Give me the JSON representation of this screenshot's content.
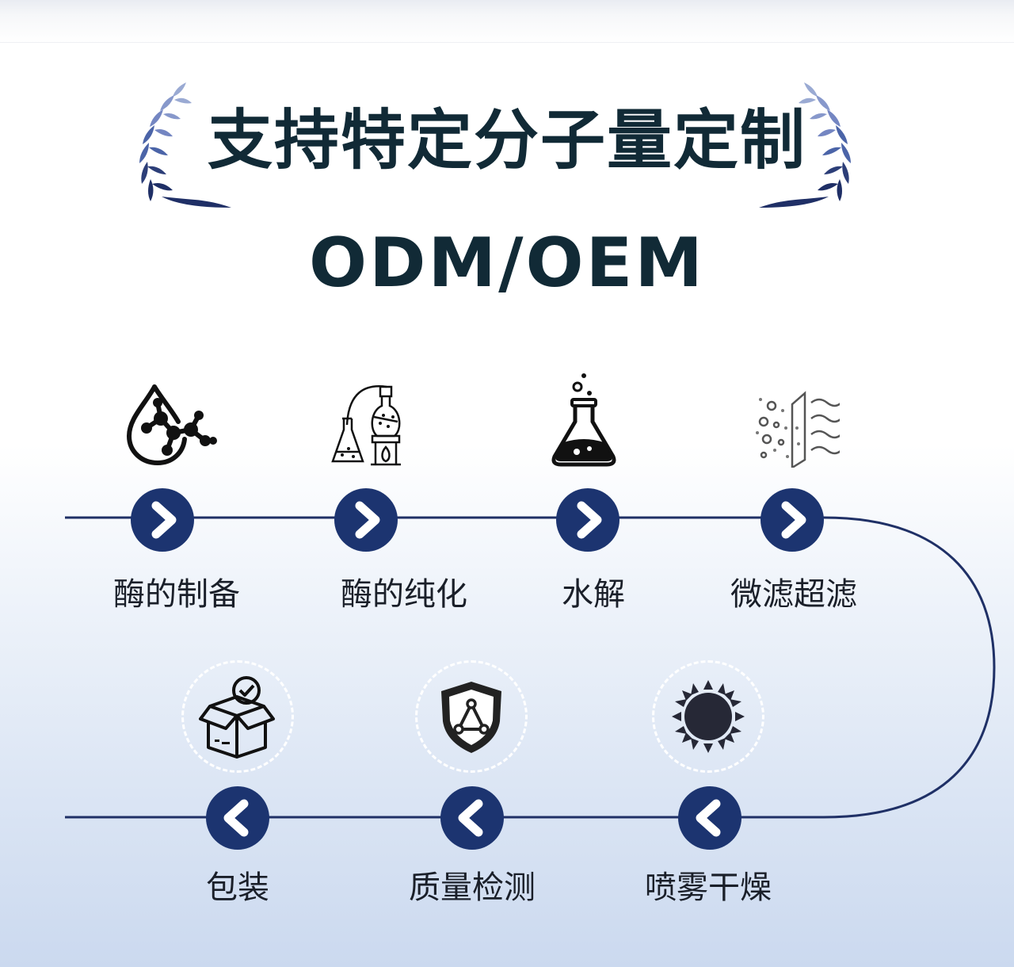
{
  "header": {
    "title": "支持特定分子量定制",
    "subtitle": "ODM/OEM"
  },
  "steps_top": [
    {
      "label": "酶的制备",
      "icon": "enzyme-molecule-icon"
    },
    {
      "label": "酶的纯化",
      "icon": "lab-flasks-icon"
    },
    {
      "label": "水解",
      "icon": "erlenmeyer-flask-icon"
    },
    {
      "label": "微滤超滤",
      "icon": "filter-membrane-icon"
    }
  ],
  "steps_bottom": [
    {
      "label": "包装",
      "icon": "package-box-icon"
    },
    {
      "label": "质量检测",
      "icon": "quality-shield-icon"
    },
    {
      "label": "喷雾干燥",
      "icon": "sun-icon"
    }
  ],
  "colors": {
    "title": "#112a36",
    "node": "#1c3470",
    "line": "#1f3066",
    "laurel": "#4b64a8"
  }
}
